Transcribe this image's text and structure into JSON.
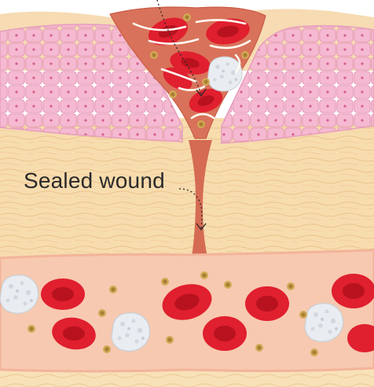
{
  "diagram": {
    "labels": {
      "sealed_wound": "Sealed wound"
    },
    "colors": {
      "skin_surface": "#f6dbb3",
      "epidermis_cell": "#f3b4cd",
      "epidermis_outline": "#e7a0bd",
      "dermis": "#f7dcae",
      "blood_vessel": "#f7c9b0",
      "vessel_wall": "#f2b49a",
      "red_blood_cell": "#e01f2f",
      "red_blood_cell_center": "#b8121f",
      "white_blood_cell": "#e8ecef",
      "platelet": "#c9a14f",
      "clot": "#d9725a",
      "fibrin": "#fffaf1",
      "annotation_line": "#2a2a2a"
    },
    "parts": [
      "skin-surface",
      "epidermis-layer",
      "dermis-layer",
      "blood-vessel",
      "blood-clot",
      "red-blood-cell",
      "white-blood-cell",
      "platelet",
      "fibrin-strand"
    ]
  }
}
